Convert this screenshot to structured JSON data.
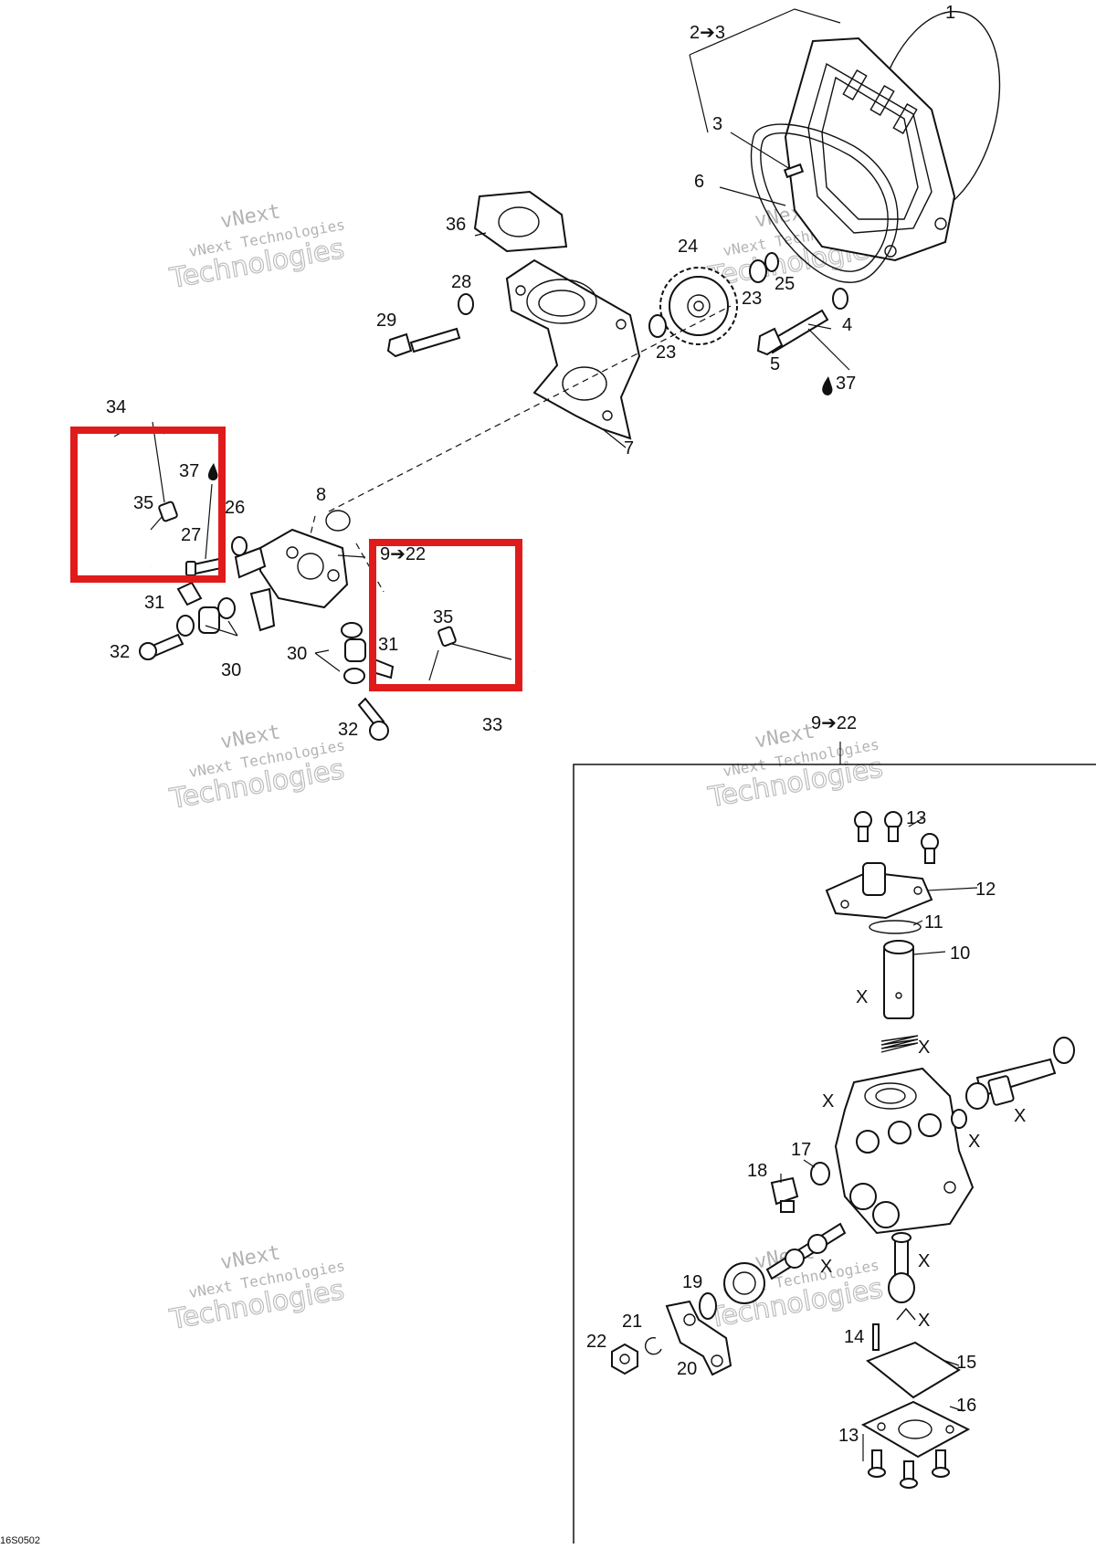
{
  "diagram_code": "16S0502",
  "watermark": {
    "line1": "vNext",
    "line2": "vNext Technologies",
    "line3": "Technologies"
  },
  "callouts": {
    "c1": "1",
    "c2_3": "2➔3",
    "c3": "3",
    "c6": "6",
    "c36": "36",
    "c24": "24",
    "c28": "28",
    "c29": "29",
    "c23a": "23",
    "c25": "25",
    "c23b": "23",
    "c4": "4",
    "c5": "5",
    "c37a": "37",
    "c7": "7",
    "c34": "34",
    "c37b": "37",
    "c35a": "35",
    "c27": "27",
    "c26": "26",
    "c8": "8",
    "c9_22a": "9➔22",
    "c35b": "35",
    "c31a": "31",
    "c31b": "31",
    "c32a": "32",
    "c30a": "30",
    "c30b": "30",
    "c32b": "32",
    "c33": "33",
    "c9_22b": "9➔22",
    "c13a": "13",
    "c12": "12",
    "c11": "11",
    "c10": "10",
    "x1": "X",
    "x2": "X",
    "x3": "X",
    "x4": "X",
    "x5": "X",
    "x6": "X",
    "x7": "X",
    "x8": "X",
    "c17": "17",
    "c18": "18",
    "c19": "19",
    "c21": "21",
    "c22": "22",
    "c20": "20",
    "c14": "14",
    "c15": "15",
    "c16": "16",
    "c13b": "13"
  },
  "highlight_color": "#e01b1b"
}
